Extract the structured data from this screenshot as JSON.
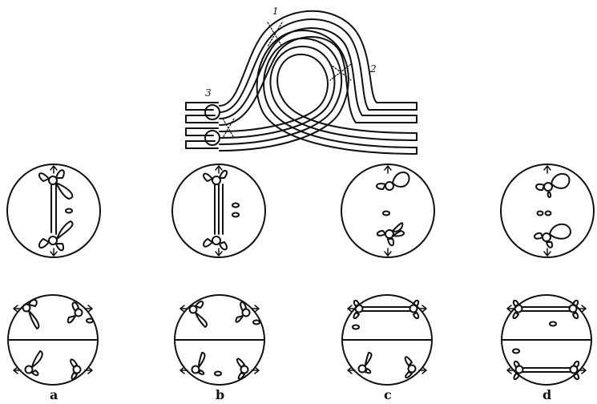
{
  "crossover_labels": [
    "1",
    "2",
    "3"
  ],
  "panel_labels": [
    "a",
    "b",
    "c",
    "d"
  ],
  "colors": {
    "line": "#111111",
    "background": "#ffffff"
  }
}
